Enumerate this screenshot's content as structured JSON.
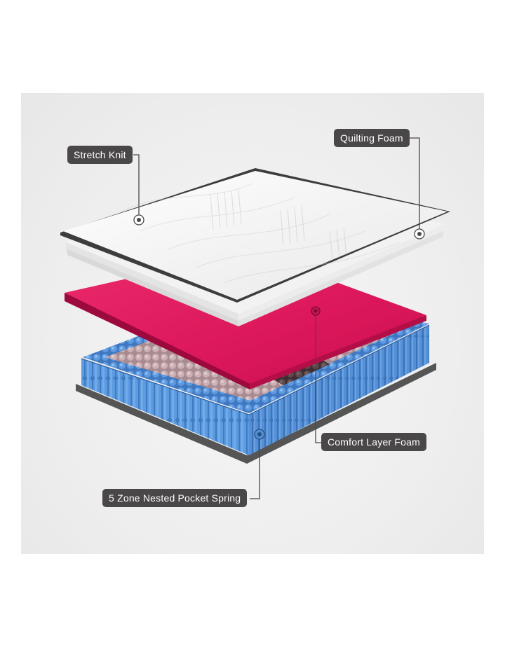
{
  "labels": {
    "stretch_knit": "Stretch Knit",
    "quilting_foam": "Quilting Foam",
    "comfort_layer_foam": "Comfort Layer Foam",
    "pocket_spring": "5 Zone Nested Pocket Spring"
  },
  "colors": {
    "label_bg": "#4a4749",
    "label_text": "#ffffff",
    "comfort_foam": "#e0195f",
    "spring_blue": "#4f8fd6",
    "spring_top_light": "#c4a8ad",
    "spring_top_dark": "#5a4448",
    "knit_top": "#f4f4f4",
    "base_grey": "#555555"
  }
}
